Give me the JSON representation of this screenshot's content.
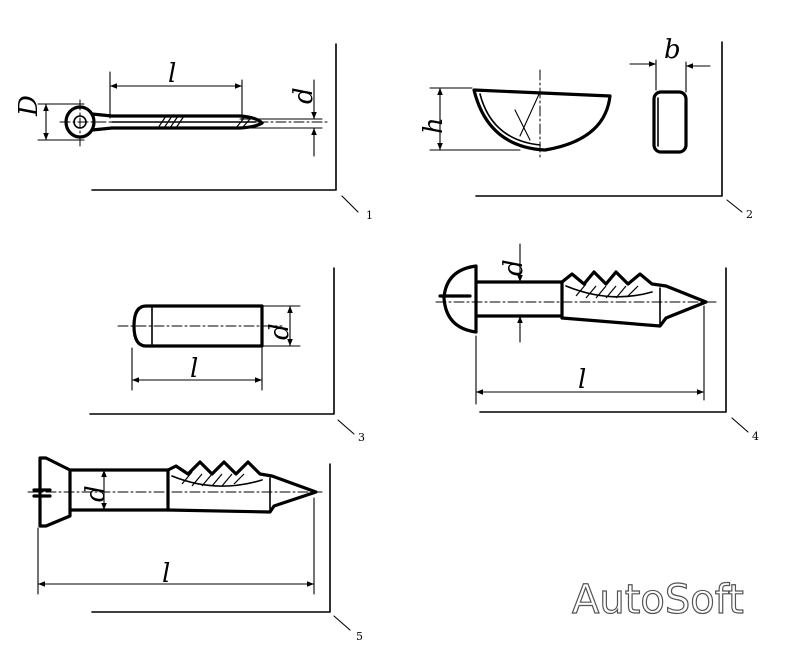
{
  "colors": {
    "ink": "#000000",
    "paper": "#ffffff",
    "logo_outline": "#555555"
  },
  "figures": [
    {
      "number": "1",
      "dimensions": {
        "D": "D",
        "l": "l",
        "d": "d"
      }
    },
    {
      "number": "2",
      "dimensions": {
        "h": "h",
        "b": "b"
      }
    },
    {
      "number": "3",
      "dimensions": {
        "l": "l",
        "d": "d"
      }
    },
    {
      "number": "4",
      "dimensions": {
        "d": "d",
        "l": "l"
      }
    },
    {
      "number": "5",
      "dimensions": {
        "d": "d",
        "l": "l"
      }
    }
  ],
  "watermark": "AutoSoft"
}
